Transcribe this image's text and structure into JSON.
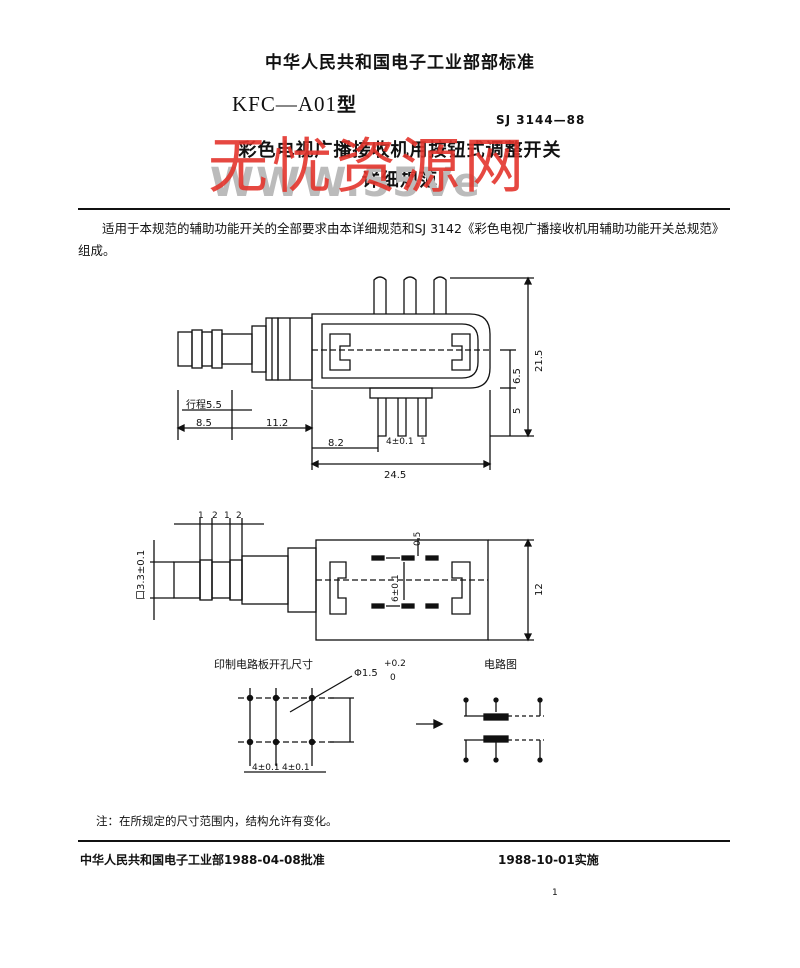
{
  "header": {
    "org_standard": "中华人民共和国电子工业部部标准",
    "model": "KFC—A01",
    "model_suffix": "型",
    "standard_no": "SJ 3144—88",
    "title_line1": "彩色电视广播接收机用按钮式调整开关",
    "title_line2": "详细规范",
    "watermark": "无忧资源网",
    "watermark_gray": "WWW.55Ve"
  },
  "intro_text": "适用于本规范的辅助功能开关的全部要求由本详细规范和SJ 3142《彩色电视广播接收机用辅助功能开关总规范》组成。",
  "drawing1": {
    "dim_stroke": "行程5.5",
    "dim_85": "8.5",
    "dim_112": "11.2",
    "dim_82": "8.2",
    "dim_245": "24.5",
    "dim_4": "4±0.1",
    "dim_1": "1",
    "dim_215": "21.5",
    "dim_65": "6.5",
    "dim_5": "5"
  },
  "drawing2": {
    "pitch_labels": [
      "1",
      "2",
      "1",
      "2"
    ],
    "dim_33": "口3.3±0.1",
    "dim_05": "0.5",
    "dim_6": "6±0.1",
    "dim_12": "12"
  },
  "pcb": {
    "title": "印制电路板开孔尺寸",
    "hole_dim": "Φ1.5",
    "hole_tol_upper": "+0.2",
    "hole_tol_lower": "0",
    "dim_4": "4±0.1",
    "dim_4b": "4±0.1"
  },
  "circuit": {
    "title": "电路图"
  },
  "note": "注：在所规定的尺寸范围内，结构允许有变化。",
  "footer": {
    "approval": "中华人民共和国电子工业部1988-04-08批准",
    "effective": "1988-10-01实施",
    "page_no": "1"
  }
}
